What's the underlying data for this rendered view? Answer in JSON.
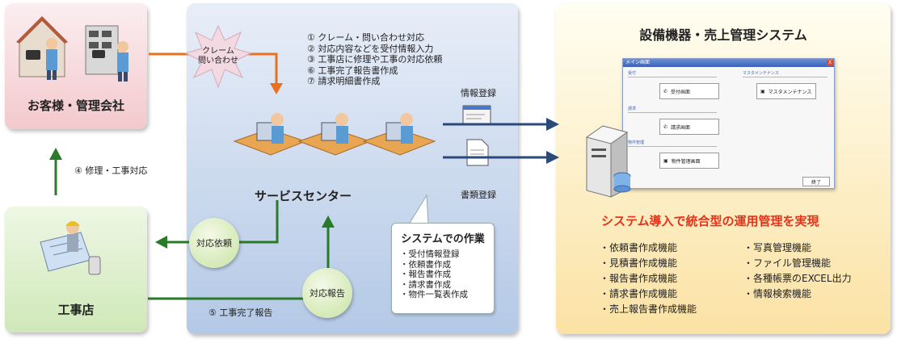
{
  "customer": {
    "title": "お客様・管理会社"
  },
  "contractor": {
    "title": "工事店"
  },
  "center": {
    "title": "サービスセンター",
    "steps": [
      "① クレーム・問い合わせ対応",
      "② 対応内容などを受付情報入力",
      "③ 工事店に修理や工事の対応依頼",
      "⑥ 工事完了報告書作成",
      "⑦ 請求明細書作成"
    ],
    "burst_line1": "クレーム",
    "burst_line2": "問い合わせ",
    "repair_label": "④ 修理・工事対応",
    "request_bubble": "対応依頼",
    "report_bubble": "対応報告",
    "complete_label": "⑤ 工事完了報告",
    "info_label": "情報登録",
    "doc_label": "書類登録",
    "callout_title": "システムでの作業",
    "callout_items": [
      "・受付情報登録",
      "・依頼書作成",
      "・報告書作成",
      "・請求書作成",
      "・物件一覧表作成"
    ]
  },
  "system": {
    "title": "設備機器・売上管理システム",
    "headline": "システム導入で統合型の運用管理を実現",
    "features_left": [
      "・依頼書作成機能",
      "・見積書作成機能",
      "・報告書作成機能",
      "・請求書作成機能",
      "・売上報告書作成機能"
    ],
    "features_right": [
      "・写真管理機能",
      "・ファイル管理機能",
      "・各種帳票のEXCEL出力",
      "・情報検索機能"
    ],
    "window": {
      "title": "メイン画面",
      "close": "X",
      "section_reception": "受付",
      "section_master": "マスタメンテナンス",
      "section_request": "請求",
      "section_property": "物件管理",
      "btn_reception": "受付画面",
      "btn_master": "マスタメンテナンス",
      "btn_request": "請求画面",
      "btn_property": "物件管理画面",
      "btn_end": "終了"
    }
  }
}
